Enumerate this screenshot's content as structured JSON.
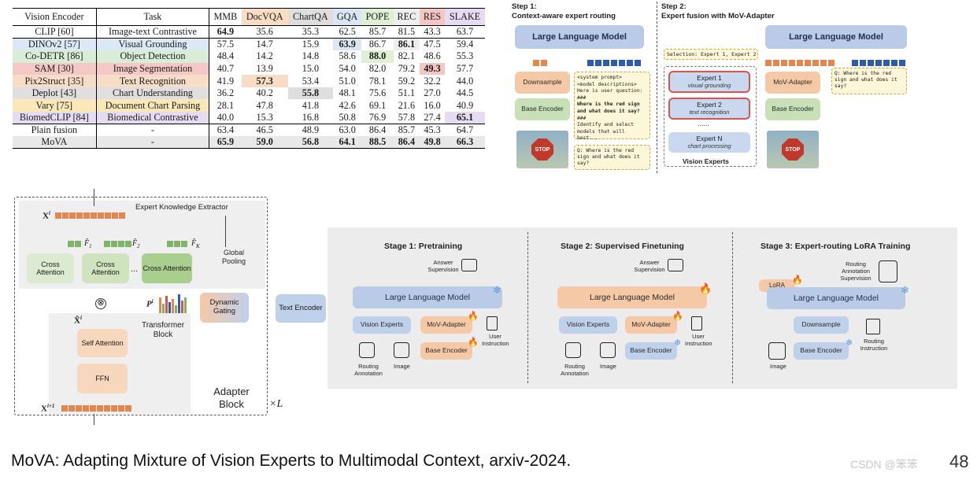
{
  "table": {
    "headers": [
      "Vision Encoder",
      "Task",
      "MMB",
      "DocVQA",
      "ChartQA",
      "GQA",
      "POPE",
      "REC",
      "RES",
      "SLAKE"
    ],
    "rows_top": [
      [
        "CLIP [60]",
        "Image-text Contrastive",
        "64.9",
        "35.6",
        "35.3",
        "62.5",
        "85.7",
        "81.5",
        "43.3",
        "63.7"
      ]
    ],
    "rows_mid": [
      [
        "DINOv2 [57]",
        "Visual Grounding",
        "57.5",
        "14.7",
        "15.9",
        "63.9",
        "86.7",
        "86.1",
        "47.5",
        "59.4"
      ],
      [
        "Co-DETR [86]",
        "Object Detection",
        "48.4",
        "14.2",
        "14.8",
        "58.6",
        "88.0",
        "82.1",
        "48.6",
        "55.3"
      ],
      [
        "SAM [30]",
        "Image Segmentation",
        "40.7",
        "13.9",
        "15.0",
        "54.0",
        "82.0",
        "79.2",
        "49.3",
        "57.7"
      ],
      [
        "Pix2Struct [35]",
        "Text Recognition",
        "41.9",
        "57.3",
        "53.4",
        "51.0",
        "78.1",
        "59.2",
        "32.2",
        "44.0"
      ],
      [
        "Deplot [43]",
        "Chart Understanding",
        "36.2",
        "40.2",
        "55.8",
        "48.1",
        "75.6",
        "51.1",
        "27.0",
        "44.5"
      ],
      [
        "Vary [75]",
        "Document Chart Parsing",
        "28.1",
        "47.8",
        "41.8",
        "42.6",
        "69.1",
        "21.6",
        "16.0",
        "40.9"
      ],
      [
        "BiomedCLIP [84]",
        "Biomedical Contrastive",
        "40.0",
        "15.3",
        "16.8",
        "50.8",
        "76.9",
        "57.8",
        "27.4",
        "65.1"
      ]
    ],
    "rows_bottom": [
      [
        "Plain fusion",
        "-",
        "63.4",
        "46.5",
        "48.9",
        "63.0",
        "86.4",
        "85.7",
        "45.3",
        "64.7"
      ],
      [
        "MoVA",
        "-",
        "65.9",
        "59.0",
        "56.8",
        "64.1",
        "88.5",
        "86.4",
        "49.8",
        "66.3"
      ]
    ],
    "header_colors": [
      "",
      "",
      "",
      "#f8dcc4",
      "#dedede",
      "#dbe6f5",
      "#dff0d5",
      "#eeeeee",
      "#f4c7c3",
      "#e6dbf3"
    ],
    "row_colors": [
      "#dde8f6",
      "#d9ecd6",
      "#f4c9c5",
      "#f7dcc7",
      "#dfdfdf",
      "#fbe8b8",
      "#e6dcf2"
    ],
    "highlight_cells": [
      {
        "row": 0,
        "col": 5,
        "color": "#dbe6f5"
      },
      {
        "row": 0,
        "col": 7,
        "color": "#eeeeee"
      },
      {
        "row": 1,
        "col": 6,
        "color": "#dff0d5"
      },
      {
        "row": 2,
        "col": 8,
        "color": "#f4c7c3"
      },
      {
        "row": 3,
        "col": 3,
        "color": "#f8dcc4"
      },
      {
        "row": 4,
        "col": 4,
        "color": "#dedede"
      },
      {
        "row": 6,
        "col": 9,
        "color": "#e6dbf3"
      }
    ]
  },
  "routing": {
    "step1_title": "Step 1:",
    "step1_sub": "Context-aware expert routing",
    "step2_title": "Step 2:",
    "step2_sub": "Expert fusion with MoV-Adapter",
    "llm": "Large Language Model",
    "downsample": "Downsample",
    "base_encoder": "Base Encoder",
    "stop_sign": "STOP",
    "prompt_lines": [
      "<system prompt>",
      "<model descriptions>",
      "Here is user question:",
      "###",
      "Where is the red sign",
      "and what does it say?",
      "###",
      "Identify and select",
      "models that will best..."
    ],
    "question": "Q: Where is the red sign and what does it say?",
    "selection": "Selection: Expert 1, Expert 2",
    "expert1": "Expert 1",
    "expert1_sub": "visual grounding",
    "expert2": "Expert 2",
    "expert2_sub": "text recognition",
    "dots": "......",
    "expertN": "Expert N",
    "expertN_sub": "chart processing",
    "vision_experts": "Vision Experts",
    "mov_adapter": "MoV-Adapter",
    "llm2": "Large Language Model",
    "base_encoder2": "Base Encoder",
    "question2": "Q: Where is the red sign and what does it say?"
  },
  "adapter": {
    "x_in": "X",
    "x_in_sup": "i",
    "extractor": "Expert Knowledge Extractor",
    "f1": "F̂",
    "f1_sub": "1",
    "f2": "F̂",
    "f2_sub": "2",
    "fk": "F̂",
    "fk_sub": "K",
    "cross1": "Cross Attention",
    "cross2": "Cross Attention",
    "cross_dots": "...",
    "cross3": "Cross Attention",
    "global_pooling": "Global Pooling",
    "dynamic_gating": "Dynamic Gating",
    "text_encoder": "Text Encoder",
    "p_label": "P",
    "p_sup": "i",
    "x_hat": "X̂",
    "x_hat_sup": "i",
    "transformer_block": "Transformer Block",
    "self_attention": "Self Attention",
    "ffn": "FFN",
    "x_out": "X",
    "x_out_sup": "i+1",
    "adapter_block": "Adapter Block",
    "times_l": "×L"
  },
  "training": {
    "stage1": "Stage 1: Pretraining",
    "stage2": "Stage 2: Supervised Finetuning",
    "stage3": "Stage 3: Expert-routing LoRA Training",
    "answer_supervision": "Answer Supervision",
    "llm": "Large Language Model",
    "vision_experts": "Vision Experts",
    "mov_adapter": "MoV-Adapter",
    "base_encoder": "Base Encoder",
    "user_instruction": "User Instruction",
    "routing_annotation": "Routing Annotation",
    "image": "Image",
    "routing_annotation_supervision": "Routing Annotation Supervision",
    "lora": "LoRA",
    "downsample": "Downsample",
    "routing_instruction": "Routing Instruction"
  },
  "caption": "MoVA: Adapting Mixture of Vision Experts to Multimodal Context, arxiv-2024.",
  "watermark": "CSDN @笨笨",
  "page_number": "48",
  "colors": {
    "llm_blue": "#b9cbe6",
    "orange_box": "#f6c9a6",
    "green_box": "#c7e0b5",
    "token_orange": "#e3874e",
    "token_blue": "#2f5ca8",
    "expert_red": "#d9534f"
  }
}
